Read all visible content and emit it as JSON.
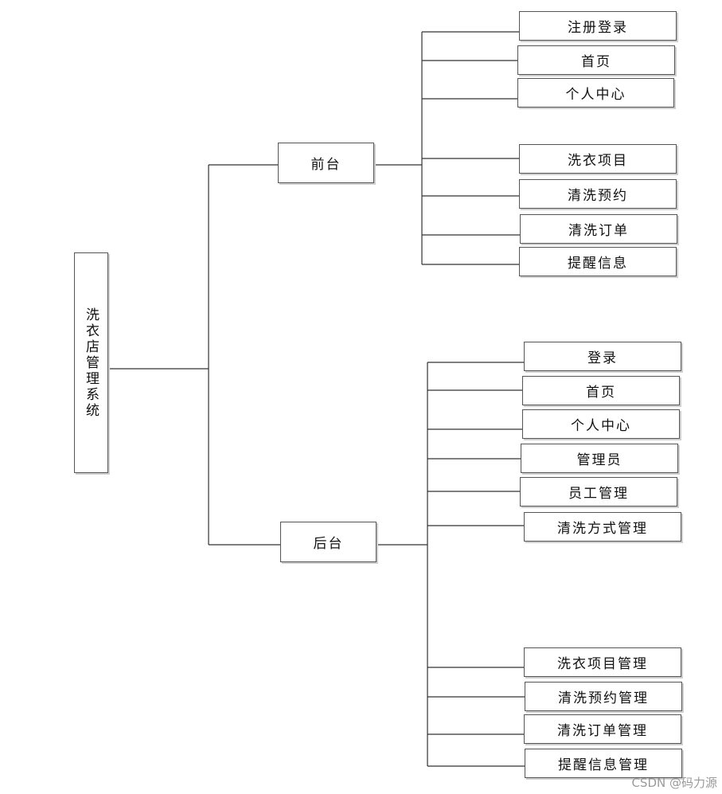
{
  "root": {
    "label": "洗衣店管理系统"
  },
  "front": {
    "label": "前台",
    "items": [
      "注册登录",
      "首页",
      "个人中心",
      "洗衣项目",
      "清洗预约",
      "清洗订单",
      "提醒信息"
    ]
  },
  "back": {
    "label": "后台",
    "items": [
      "登录",
      "首页",
      "个人中心",
      "管理员",
      "员工管理",
      "清洗方式管理",
      "洗衣项目管理",
      "清洗预约管理",
      "清洗订单管理",
      "提醒信息管理"
    ]
  },
  "watermark": "CSDN @码力源",
  "colors": {
    "line": "#333333",
    "border": "#555555"
  }
}
